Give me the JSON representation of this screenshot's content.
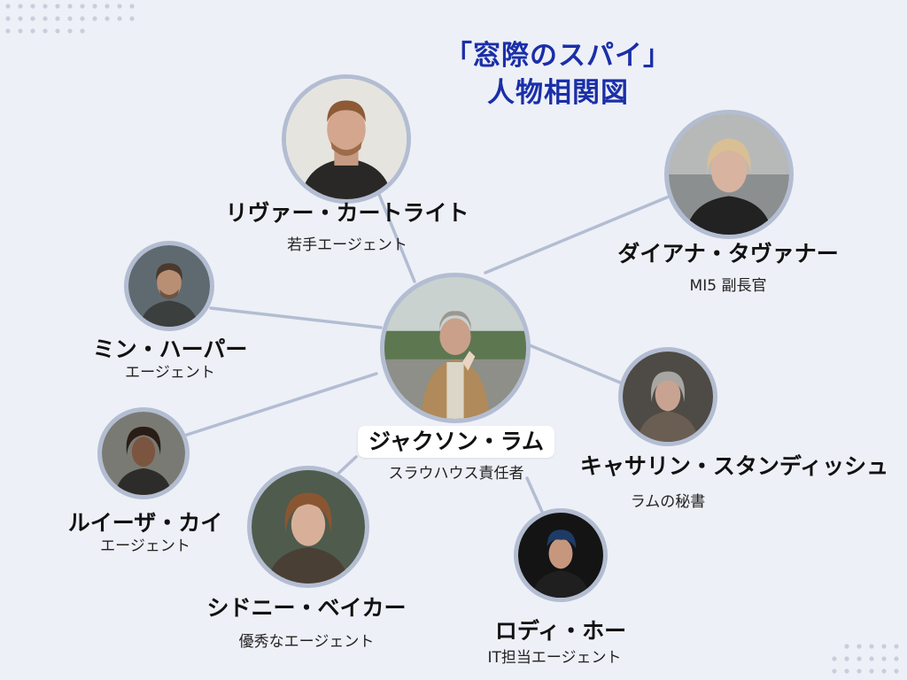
{
  "title": {
    "line1": "「窓際のスパイ」",
    "line2": "人物相関図"
  },
  "colors": {
    "title": "#1a2fa8",
    "link": "#b3bdd2",
    "background": "#eef0f7"
  },
  "center": {
    "name": "ジャクソン・ラム",
    "role": "スラウハウス責任者"
  },
  "characters": [
    {
      "id": "river",
      "name": "リヴァー・カートライト",
      "role": "若手エージェント"
    },
    {
      "id": "diana",
      "name": "ダイアナ・タヴァナー",
      "role": "MI5 副長官"
    },
    {
      "id": "min",
      "name": "ミン・ハーパー",
      "role": "エージェント"
    },
    {
      "id": "catherine",
      "name": "キャサリン・スタンディッシュ",
      "role": "ラムの秘書"
    },
    {
      "id": "louisa",
      "name": "ルイーザ・カイ",
      "role": "エージェント"
    },
    {
      "id": "sidney",
      "name": "シドニー・ベイカー",
      "role": "優秀なエージェント"
    },
    {
      "id": "roddy",
      "name": "ロディ・ホー",
      "role": "IT担当エージェント"
    }
  ]
}
